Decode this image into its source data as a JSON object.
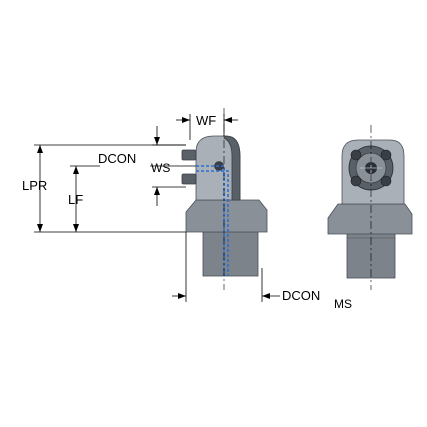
{
  "labels": {
    "wf": "WF",
    "lpr": "LPR",
    "lf": "LF",
    "dcon_ws_main": "DCON",
    "dcon_ws_sub": "WS",
    "dcon_ms_main": "DCON",
    "dcon_ms_sub": "MS"
  },
  "colors": {
    "body": "#8a9098",
    "coolant": "#2a6fd6",
    "dimension": "#000000"
  }
}
